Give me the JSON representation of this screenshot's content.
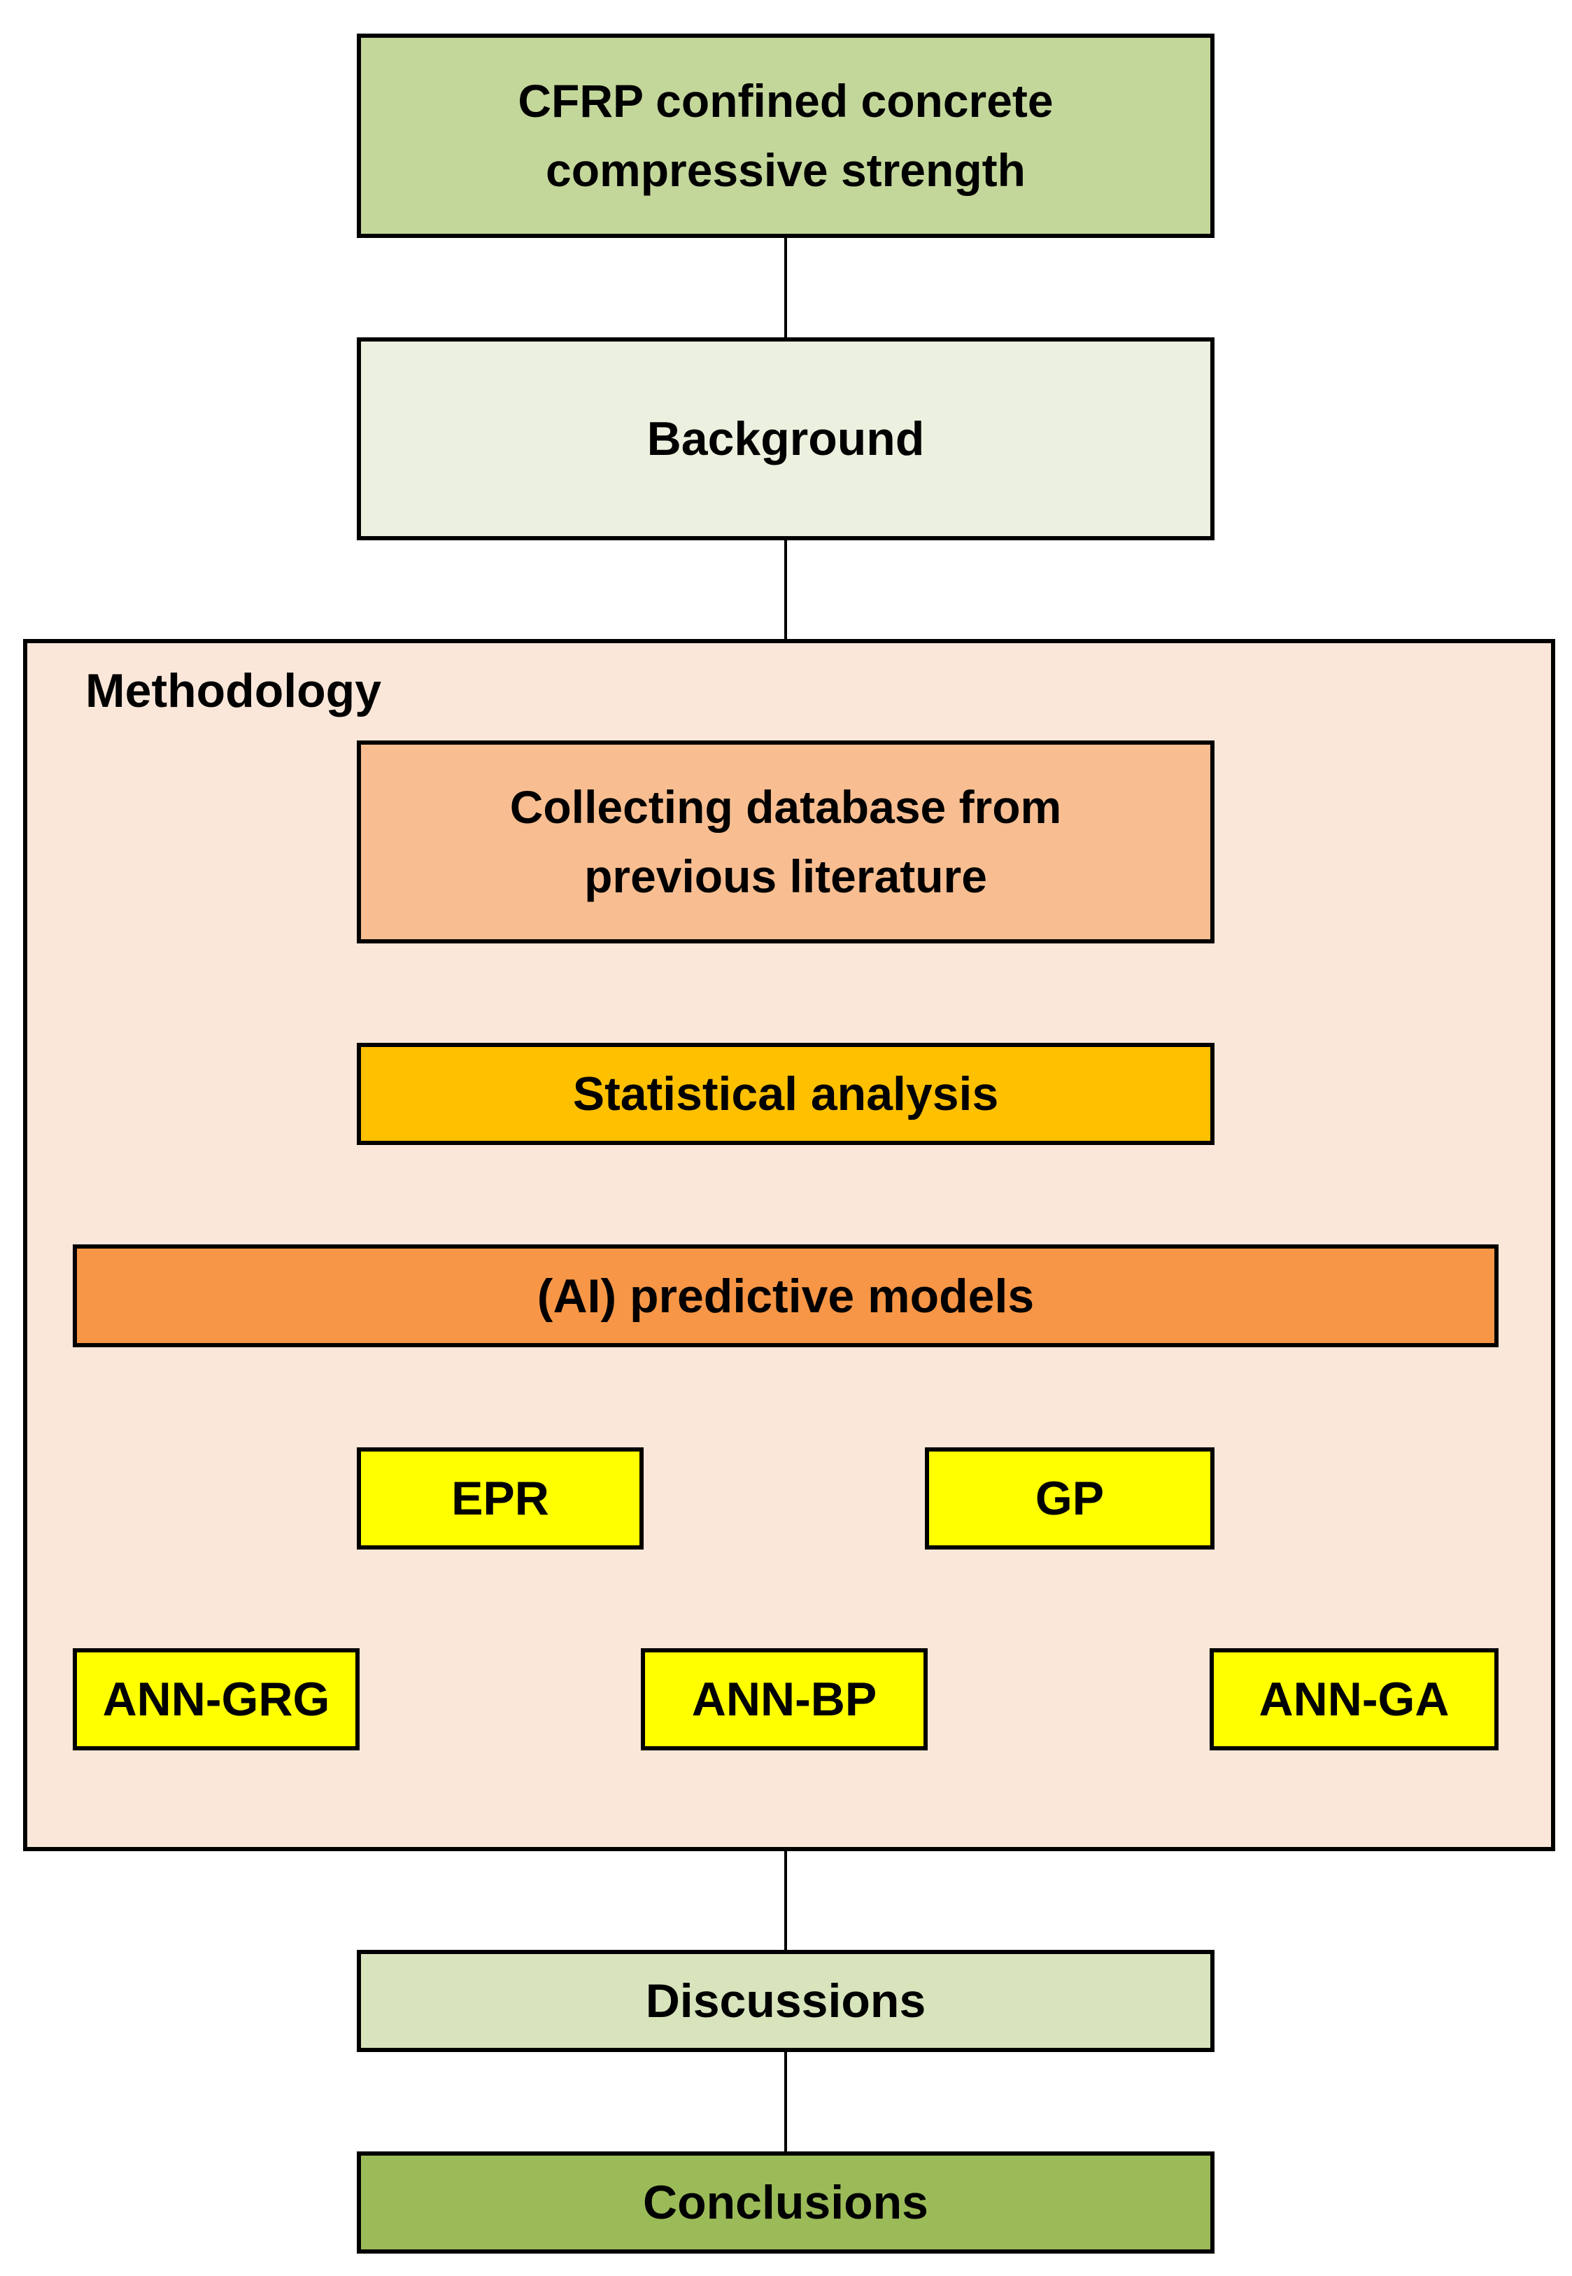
{
  "diagram": {
    "top": {
      "text": "CFRP confined concrete compressive strength",
      "fill": "#C4D79B"
    },
    "background": {
      "text": "Background",
      "fill": "#EBF1DE"
    },
    "methodology": {
      "title": "Methodology",
      "fill": "#FBE7D9",
      "collecting": {
        "text": "Collecting database from previous literature",
        "fill": "#F8BE91"
      },
      "statistical": {
        "text": "Statistical analysis",
        "fill": "#FFC000"
      },
      "ai_models": {
        "text": "(AI) predictive models",
        "fill": "#F79646",
        "models_fill": "#FFFF00",
        "models": [
          {
            "id": "ann_grg",
            "label": "ANN-GRG"
          },
          {
            "id": "epr",
            "label": "EPR"
          },
          {
            "id": "ann_bp",
            "label": "ANN-BP"
          },
          {
            "id": "gp",
            "label": "GP"
          },
          {
            "id": "ann_ga",
            "label": "ANN-GA"
          }
        ]
      }
    },
    "discussions": {
      "text": "Discussions",
      "fill": "#D8E4BC"
    },
    "conclusions": {
      "text": "Conclusions",
      "fill": "#9BBB59"
    }
  }
}
